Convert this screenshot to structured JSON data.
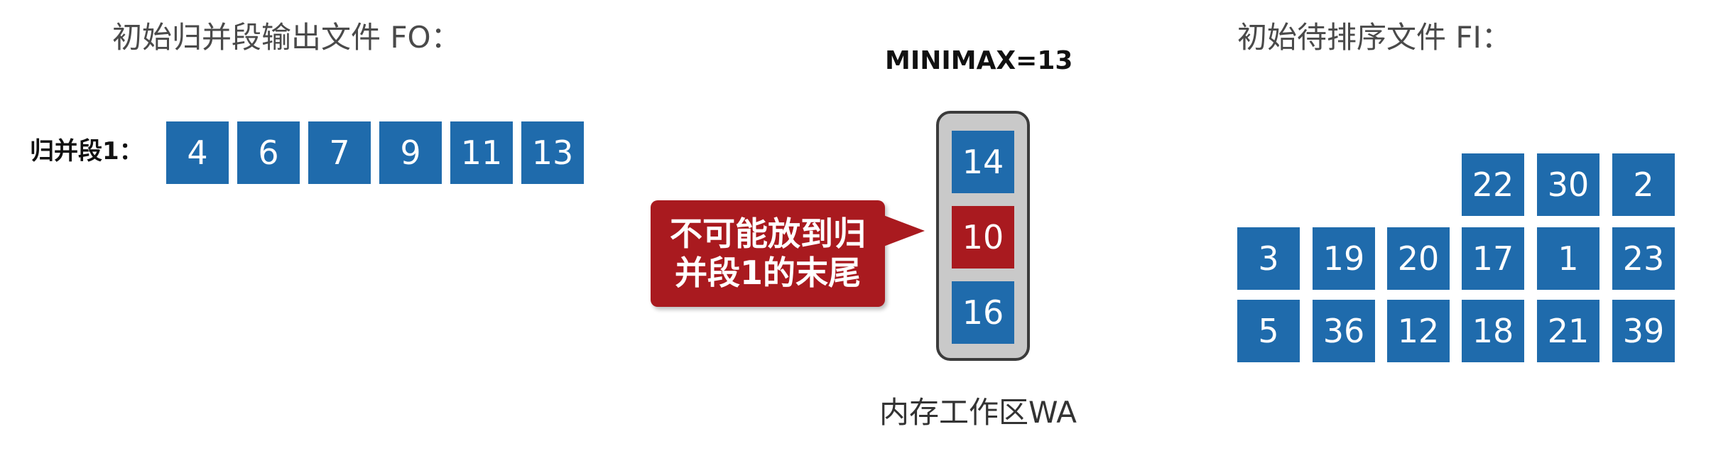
{
  "output_file": {
    "heading": "初始归并段输出文件 FO：",
    "run_label": "归并段1：",
    "values": [
      "4",
      "6",
      "7",
      "9",
      "11",
      "13"
    ]
  },
  "workspace": {
    "minimax": "MINIMAX=13",
    "cells": [
      "14",
      "10",
      "16"
    ],
    "highlighted_cell": "10",
    "label": "内存工作区WA"
  },
  "callout": {
    "text": "不可能放到归并段1的末尾"
  },
  "input_file": {
    "heading": "初始待排序文件 FI：",
    "rows": [
      [
        "22",
        "30",
        "2"
      ],
      [
        "3",
        "19",
        "20",
        "17",
        "1",
        "23"
      ],
      [
        "5",
        "36",
        "12",
        "18",
        "21",
        "39"
      ]
    ]
  },
  "colors": {
    "cell_blue": "#1f6bac",
    "highlight_red": "#a91a1f",
    "frame_gray": "#c9c9c9"
  }
}
